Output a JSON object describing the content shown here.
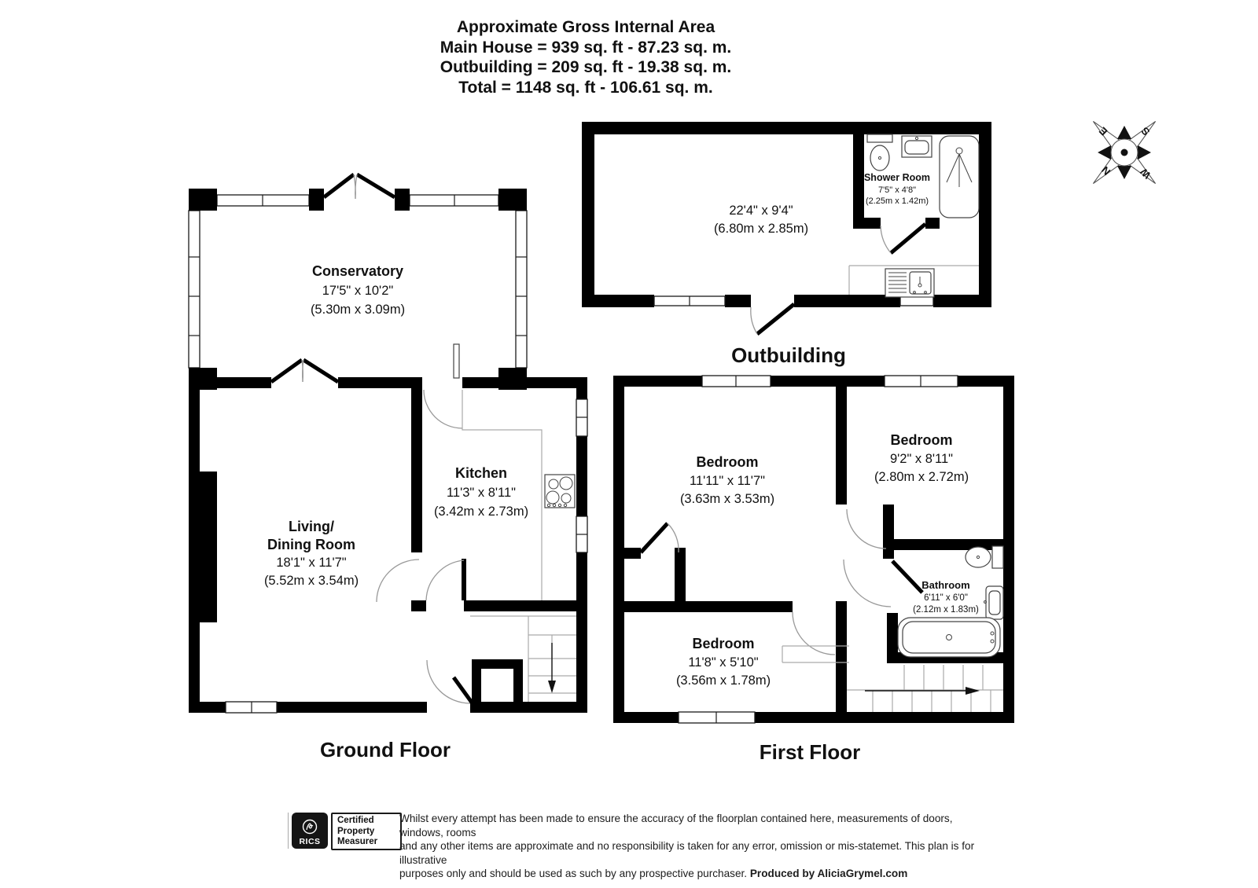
{
  "title": {
    "line1": "Approximate Gross Internal Area",
    "line2": "Main House = 939 sq. ft - 87.23 sq. m.",
    "line3": "Outbuilding = 209 sq. ft - 19.38 sq. m.",
    "line4": "Total = 1148 sq. ft - 106.61 sq. m."
  },
  "compass": {
    "n": "N",
    "e": "E",
    "s": "S",
    "w": "W"
  },
  "ground_floor": {
    "label": "Ground Floor",
    "conservatory": {
      "name": "Conservatory",
      "imperial": "17'5\" x 10'2\"",
      "metric": "(5.30m x 3.09m)"
    },
    "living_dining": {
      "name_line1": "Living/",
      "name_line2": "Dining Room",
      "imperial": "18'1\" x 11'7\"",
      "metric": "(5.52m x 3.54m)"
    },
    "kitchen": {
      "name": "Kitchen",
      "imperial": "11'3\" x 8'11\"",
      "metric": "(3.42m x 2.73m)"
    }
  },
  "first_floor": {
    "label": "First Floor",
    "bedroom1": {
      "name": "Bedroom",
      "imperial": "11'11\" x 11'7\"",
      "metric": "(3.63m x 3.53m)"
    },
    "bedroom2": {
      "name": "Bedroom",
      "imperial": "9'2\" x 8'11\"",
      "metric": "(2.80m x 2.72m)"
    },
    "bedroom3": {
      "name": "Bedroom",
      "imperial": "11'8\" x 5'10\"",
      "metric": "(3.56m x 1.78m)"
    },
    "bathroom": {
      "name": "Bathroom",
      "imperial": "6'11\" x 6'0\"",
      "metric": "(2.12m x 1.83m)"
    }
  },
  "outbuilding": {
    "label": "Outbuilding",
    "main_room": {
      "imperial": "22'4\" x 9'4\"",
      "metric": "(6.80m x 2.85m)"
    },
    "shower_room": {
      "name": "Shower Room",
      "imperial": "7'5\" x 4'8\"",
      "metric": "(2.25m x 1.42m)"
    }
  },
  "footer": {
    "rics_label": "RICS",
    "badge_line1": "Certified",
    "badge_line2": "Property",
    "badge_line3": "Measurer",
    "disclaimer_line1": "Whilst every attempt has been made to ensure the accuracy of the floorplan contained here, measurements of doors, windows, rooms",
    "disclaimer_line2": "and any other items are approximate and no responsibility is taken for any error, omission or mis-statemet. This plan is for illustrative",
    "disclaimer_line3": "purposes only and should be used as such by any prospective purchaser. ",
    "produced_by": "Produced by AliciaGrymel.com"
  },
  "colors": {
    "wall": "#000000",
    "line_gray": "#999999",
    "text": "#111111",
    "background": "#ffffff"
  }
}
